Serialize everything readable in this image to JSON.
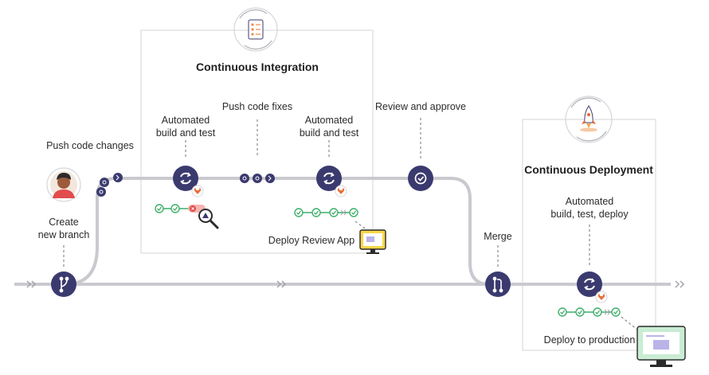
{
  "ci": {
    "title": "Continuous Integration"
  },
  "cd": {
    "title": "Continuous Deployment"
  },
  "labels": {
    "push_code_changes": "Push code changes",
    "create_branch_1": "Create",
    "create_branch_2": "new branch",
    "auto_build_1a": "Automated",
    "auto_build_1b": "build and test",
    "push_code_fixes": "Push code fixes",
    "auto_build_2a": "Automated",
    "auto_build_2b": "build and test",
    "review_approve": "Review and approve",
    "deploy_review_app": "Deploy Review App",
    "merge": "Merge",
    "auto_deploy_a": "Automated",
    "auto_deploy_b": "build, test, deploy",
    "deploy_production": "Deploy to production"
  },
  "colors": {
    "node": "#3b3a6f",
    "track": "#c9c9cf",
    "pass": "#3fae6b",
    "fail": "#e24c4b",
    "box": "#d4d4d4",
    "screen": "#c9ecd3"
  },
  "icons": {
    "branch": "branch-icon",
    "pipeline": "sync-icon",
    "approve": "check-circle-icon",
    "merge": "merge-icon",
    "commit": "commit-icon",
    "person": "developer-avatar",
    "checklist": "checklist-icon",
    "rocket": "rocket-icon",
    "monitor": "monitor-icon",
    "magnifier": "magnifier-icon",
    "gitlab": "gitlab-fox-icon"
  }
}
